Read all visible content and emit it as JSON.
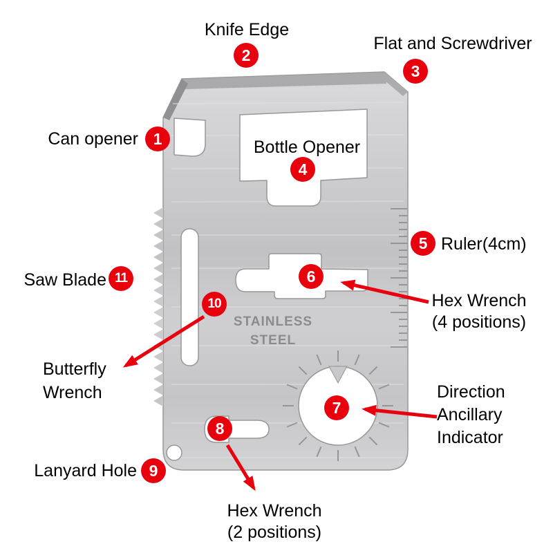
{
  "colors": {
    "badge_red": "#e8000d",
    "label_text": "#000000",
    "steel_light": "#d9d9db",
    "steel_dark": "#c2c2c4"
  },
  "card": {
    "engraving": "STAINLESS\nSTEEL"
  },
  "callouts": [
    {
      "num": "1",
      "label": "Can opener"
    },
    {
      "num": "2",
      "label": "Knife Edge"
    },
    {
      "num": "3",
      "label": "Flat and Screwdriver"
    },
    {
      "num": "4",
      "label": "Bottle Opener"
    },
    {
      "num": "5",
      "label": "Ruler(4cm)"
    },
    {
      "num": "6",
      "label": "Hex Wrench\n(4 positions)"
    },
    {
      "num": "7",
      "label": "Direction\nAncillary\nIndicator"
    },
    {
      "num": "8",
      "label": "Hex Wrench\n(2 positions)"
    },
    {
      "num": "9",
      "label": "Lanyard Hole"
    },
    {
      "num": "10",
      "label": "Butterfly\nWrench"
    },
    {
      "num": "11",
      "label": "Saw Blade"
    }
  ]
}
